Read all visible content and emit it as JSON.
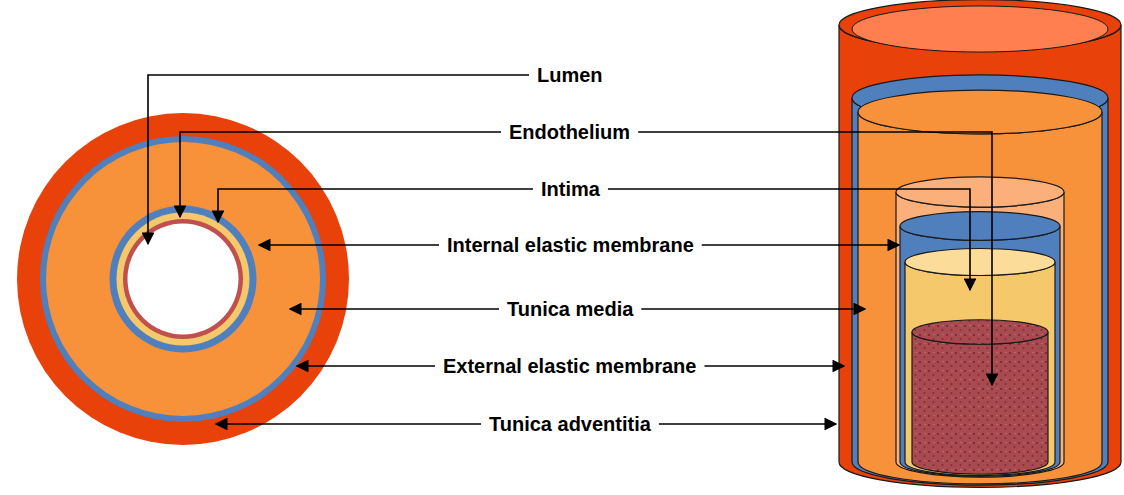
{
  "diagram": {
    "labels": [
      "Lumen",
      "Endothelium",
      "Intima",
      "Internal elastic membrane",
      "Tunica media",
      "External elastic membrane",
      "Tunica adventitia"
    ]
  }
}
